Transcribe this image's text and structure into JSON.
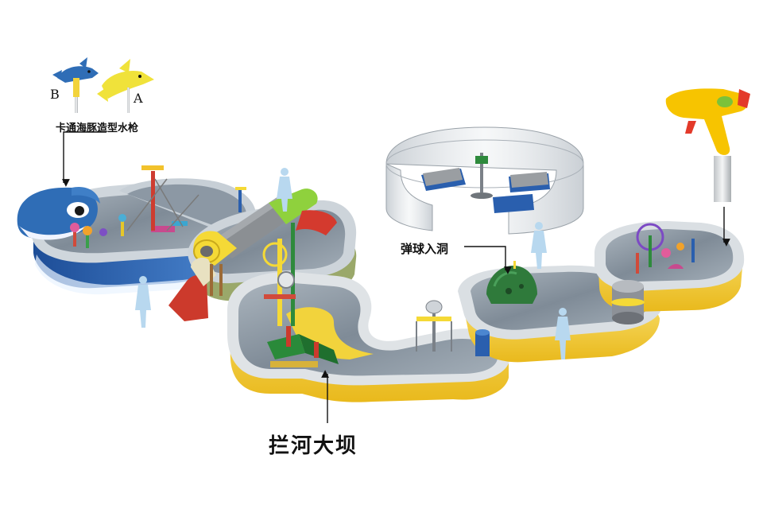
{
  "labels": {
    "dolphin_gun": "卡通海豚造型水枪",
    "marker_a": "A",
    "marker_b": "B",
    "pinball_hole": "弹球入洞",
    "river_dam": "拦河大坝"
  },
  "colors": {
    "water": "#8a96a2",
    "pool_rim": "#b6c1c9",
    "yellow_wall": "#f4d23a",
    "blue_wall": "#2a5fae",
    "dolphin_blue": "#2f6db6",
    "dolphin_yellow": "#f0e23a",
    "gun_yellow": "#f7c400",
    "gun_red": "#e33a2a",
    "tube_green": "#8fd13d",
    "tube_yellow": "#f5d936",
    "tube_grey": "#8b8f93",
    "dam_green": "#2a8a3a",
    "cave_green": "#2f7a3b",
    "figure_blue": "#b8d8ef",
    "glass": "#d8dde2"
  },
  "icons": {
    "dolphin_blue_gun": "dolphin-blue-icon",
    "dolphin_yellow_gun": "dolphin-yellow-icon",
    "water_pistol": "water-pistol-icon",
    "human_figure": "human-figure-icon"
  }
}
